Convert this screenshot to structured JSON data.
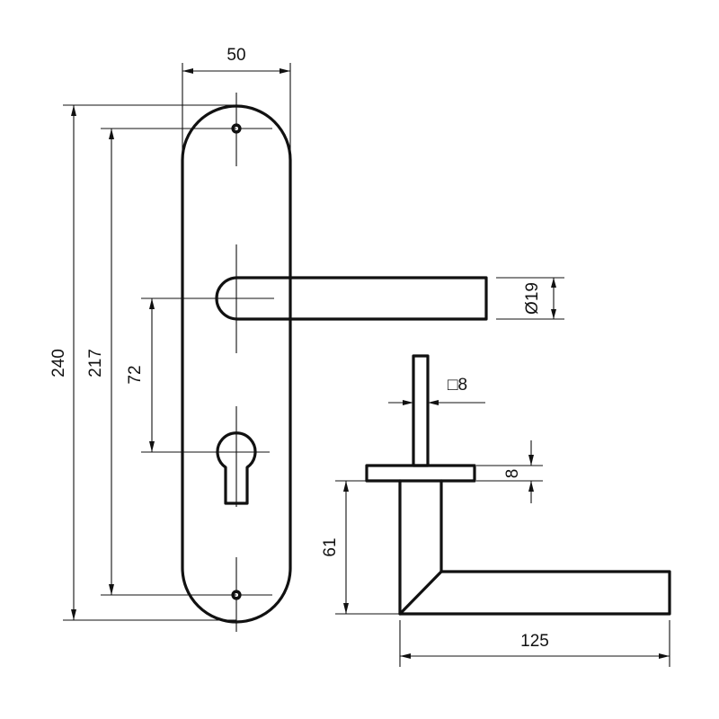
{
  "dimensions": {
    "plate_width": "50",
    "plate_height": "240",
    "hole_spacing": "217",
    "lever_to_key_distance": "72",
    "lever_diameter": "Ø19",
    "spindle_square": "□8",
    "rose_thickness": "8",
    "lever_projection": "61",
    "lever_length": "125"
  },
  "colors": {
    "line": "#111111",
    "background": "#ffffff"
  }
}
